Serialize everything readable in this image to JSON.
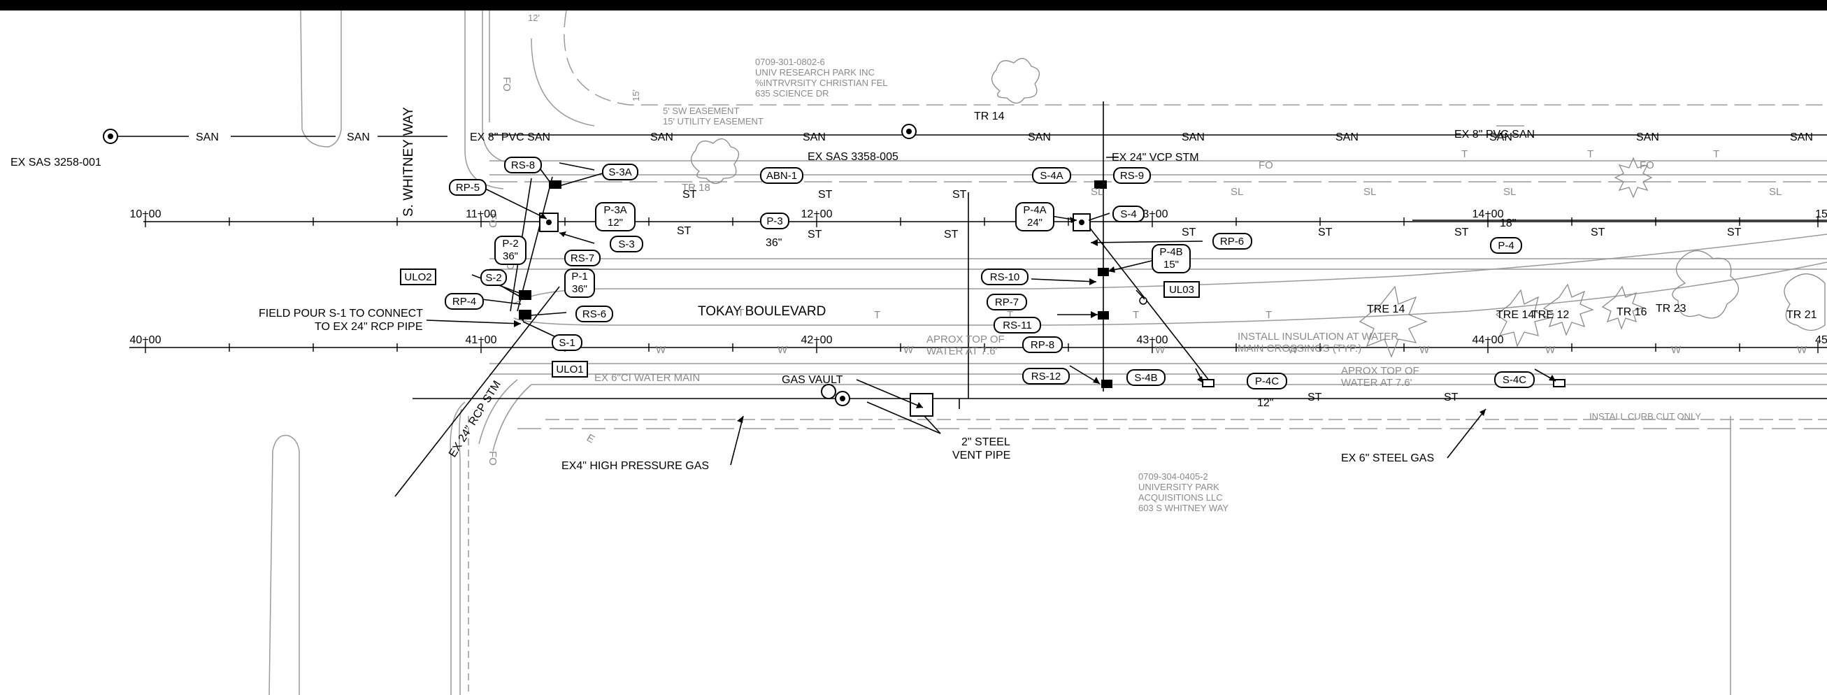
{
  "header": {
    "dim_12": "12'",
    "dim_15": "15'"
  },
  "parcels": {
    "north": [
      "0709-301-0802-6",
      "UNIV RESEARCH PARK INC",
      "%INTRVRSITY CHRISTIAN FEL",
      "635  SCIENCE DR"
    ],
    "south": [
      "0709-304-0405-2",
      "UNIVERSITY PARK",
      "ACQUISITIONS LLC",
      "603 S WHITNEY WAY"
    ]
  },
  "streets": {
    "whitney": "S. WHITNEY WAY",
    "tokay": "TOKAY BOULEVARD"
  },
  "easement": [
    "5' SW EASEMENT",
    "15' UTILITY EASEMENT"
  ],
  "notes": {
    "ex_sas_left": "EX SAS 3258-001",
    "ex_sas_mid": "EX SAS 3358-005",
    "pvc_san_left": "EX 8\" PVC SAN",
    "pvc_san_right": "EX 8\" PVC SAN",
    "vcp_stm": "EX 24\" VCP STM",
    "field_pour_1": "FIELD POUR S-1 TO CONNECT",
    "field_pour_2": "TO EX 24\" RCP PIPE",
    "ex_water": "EX 6\"CI WATER MAIN",
    "gas_vault": "GAS VAULT",
    "water_top_1a": "APROX TOP OF",
    "water_top_1b": "WATER AT 7.6'",
    "water_top_2a": "APROX TOP OF",
    "water_top_2b": "WATER AT 7.6'",
    "insulation_a": "INSTALL INSULATION AT WATER",
    "insulation_b": "MAIN CROSSINGS (TYP.)",
    "steel_vent_a": "2\" STEEL",
    "steel_vent_b": "VENT PIPE",
    "hp_gas": "EX4\" HIGH PRESSURE GAS",
    "steel_gas": "EX 6\" STEEL GAS",
    "curb_cut": "INSTALL CURB CUT ONLY",
    "rcp_stm": "EX 24\" RCP STM",
    "size_36": "36\"",
    "size_12": "12\"",
    "size_18": "18\""
  },
  "utility_codes": {
    "san": "SAN",
    "st": "ST",
    "sl": "SL",
    "fo": "FO",
    "w": "W",
    "e": "E",
    "t": "T"
  },
  "trees": [
    "TR 14",
    "TR 18",
    "TRE 14",
    "TRE 14",
    "TRE 12",
    "TR 16",
    "TR 23",
    "TR 21"
  ],
  "stations_upper": [
    "10+00",
    "11+00",
    "12+00",
    "13+00",
    "14+00",
    "15"
  ],
  "stations_lower": [
    "40+00",
    "41+00",
    "42+00",
    "43+00",
    "44+00",
    "45"
  ],
  "tags": [
    "RS-8",
    "S-3A",
    "RP-5",
    "ABN-1",
    "S-4A",
    "RS-9",
    "P-3A",
    "12\"",
    "P-3",
    "P-4A",
    "24\"",
    "S-4",
    "S-3",
    "P-2",
    "36\"",
    "RS-7",
    "P-4B",
    "15\"",
    "RP-6",
    "P-4",
    "S-2",
    "P-1",
    "36\"",
    "ULO2",
    "RS-10",
    "UL03",
    "RP-4",
    "RS-6",
    "RP-7",
    "RS-11",
    "S-1",
    "RP-8",
    "ULO1",
    "RS-12",
    "S-4B",
    "P-4C",
    "S-4C"
  ]
}
